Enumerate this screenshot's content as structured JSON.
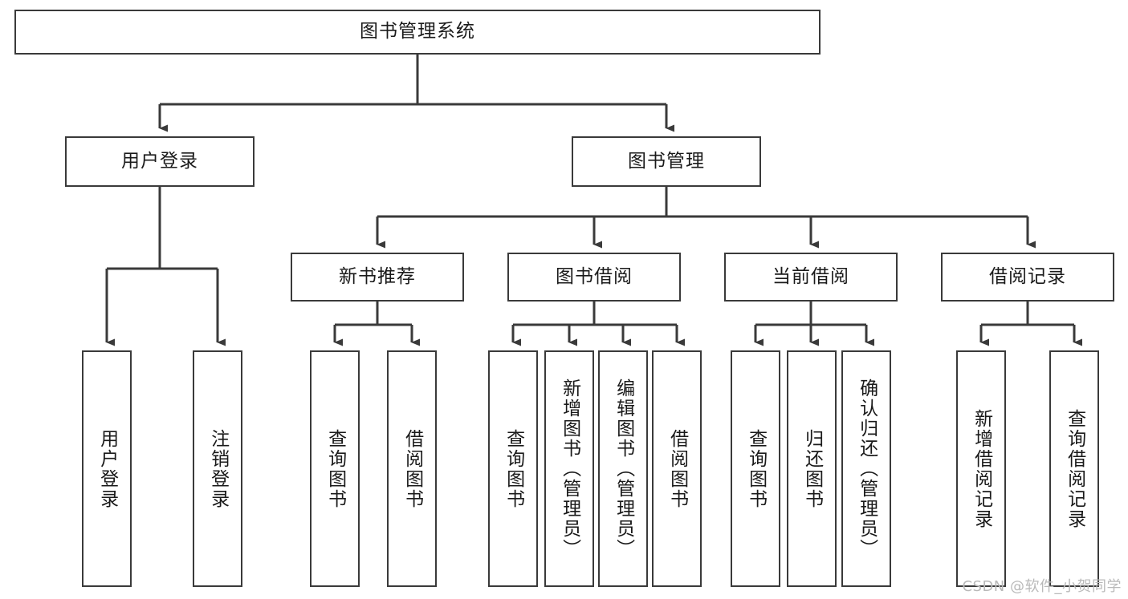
{
  "diagram": {
    "title": "图书管理系统",
    "type": "tree-hierarchy",
    "orientation": "top-down",
    "watermark": "CSDN @软件_小贺同学",
    "style": {
      "box_border_color": "#3a3a3a",
      "box_fill_color": "#ffffff",
      "edge_color": "#3a3a3a",
      "text_color": "#1a1a1a",
      "background_color": "#ffffff",
      "watermark_color": "#b9b9b9"
    }
  },
  "nodes": {
    "root": {
      "label": "图书管理系统",
      "level": 1,
      "orientation": "horizontal"
    },
    "l2": [
      {
        "id": "user-login",
        "label": "用户登录",
        "level": 2,
        "orientation": "horizontal"
      },
      {
        "id": "book-manage",
        "label": "图书管理",
        "level": 2,
        "orientation": "horizontal"
      }
    ],
    "l3": [
      {
        "id": "new-book-recommend",
        "label": "新书推荐",
        "level": 3,
        "orientation": "horizontal"
      },
      {
        "id": "book-borrow",
        "label": "图书借阅",
        "level": 3,
        "orientation": "horizontal"
      },
      {
        "id": "current-borrow",
        "label": "当前借阅",
        "level": 3,
        "orientation": "horizontal"
      },
      {
        "id": "borrow-record",
        "label": "借阅记录",
        "level": 3,
        "orientation": "horizontal"
      }
    ],
    "leaves": [
      {
        "id": "leaf-user-login",
        "label": "用户登录",
        "parent": "user-login",
        "orientation": "vertical"
      },
      {
        "id": "leaf-user-logout",
        "label": "注销登录",
        "parent": "user-login",
        "orientation": "vertical"
      },
      {
        "id": "leaf-query-book-1",
        "label": "查询图书",
        "parent": "new-book-recommend",
        "orientation": "vertical"
      },
      {
        "id": "leaf-borrow-book-1",
        "label": "借阅图书",
        "parent": "new-book-recommend",
        "orientation": "vertical"
      },
      {
        "id": "leaf-query-book-2",
        "label": "查询图书",
        "parent": "book-borrow",
        "orientation": "vertical"
      },
      {
        "id": "leaf-add-book",
        "label": "新增图书（管理员）",
        "parent": "book-borrow",
        "orientation": "vertical"
      },
      {
        "id": "leaf-edit-book",
        "label": "编辑图书（管理员）",
        "parent": "book-borrow",
        "orientation": "vertical"
      },
      {
        "id": "leaf-borrow-book-2",
        "label": "借阅图书",
        "parent": "book-borrow",
        "orientation": "vertical"
      },
      {
        "id": "leaf-query-book-3",
        "label": "查询图书",
        "parent": "current-borrow",
        "orientation": "vertical"
      },
      {
        "id": "leaf-return-book",
        "label": "归还图书",
        "parent": "current-borrow",
        "orientation": "vertical"
      },
      {
        "id": "leaf-confirm-return",
        "label": "确认归还（管理员）",
        "parent": "current-borrow",
        "orientation": "vertical"
      },
      {
        "id": "leaf-add-record",
        "label": "新增借阅记录",
        "parent": "borrow-record",
        "orientation": "vertical"
      },
      {
        "id": "leaf-query-record",
        "label": "查询借阅记录",
        "parent": "borrow-record",
        "orientation": "vertical"
      }
    ]
  }
}
